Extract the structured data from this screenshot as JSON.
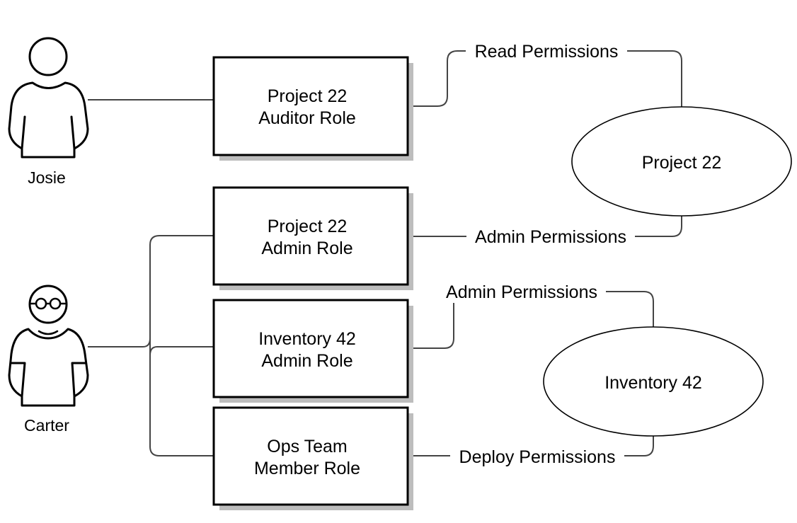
{
  "actors": {
    "josie": {
      "name": "Josie"
    },
    "carter": {
      "name": "Carter"
    }
  },
  "roles": {
    "auditor": {
      "line1": "Project 22",
      "line2": "Auditor Role"
    },
    "admin22": {
      "line1": "Project 22",
      "line2": "Admin Role"
    },
    "admin42": {
      "line1": "Inventory 42",
      "line2": "Admin Role"
    },
    "ops": {
      "line1": "Ops Team",
      "line2": "Member Role"
    }
  },
  "resources": {
    "project22": {
      "name": "Project 22"
    },
    "inventory42": {
      "name": "Inventory 42"
    }
  },
  "permissions": {
    "read_p22": "Read Permissions",
    "admin_p22": "Admin Permissions",
    "admin_i42": "Admin Permissions",
    "deploy_i42": "Deploy Permissions"
  }
}
